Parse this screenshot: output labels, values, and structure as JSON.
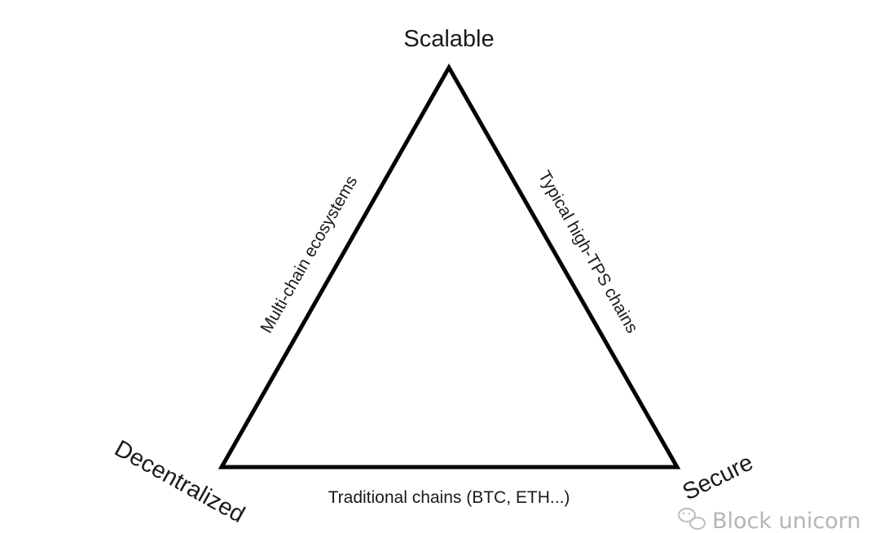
{
  "diagram": {
    "vertices": {
      "top": "Scalable",
      "bottom_left": "Decentralized",
      "bottom_right": "Secure"
    },
    "edges": {
      "left": "Multi-chain ecosystems",
      "right": "Typical high-TPS chains",
      "bottom": "Traditional chains (BTC, ETH...)"
    }
  },
  "watermark": {
    "text": "Block unicorn",
    "icon": "wechat-icon"
  }
}
